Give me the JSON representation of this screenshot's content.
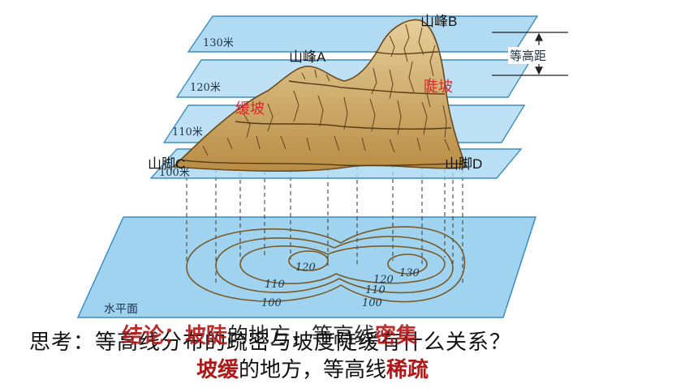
{
  "labels": {
    "peak_b": "山峰B",
    "peak_a": "山峰A",
    "steep_slope": "陡坡",
    "gentle_slope": "缓坡",
    "foot_c": "山脚C",
    "foot_d": "山脚D",
    "contour_interval": "等高距",
    "plane_130": "130米",
    "plane_120": "120米",
    "plane_110": "110米",
    "plane_100": "100米",
    "horizontal_plane": "水平面"
  },
  "contour_values": [
    "120",
    "130",
    "110",
    "120",
    "110",
    "100",
    "100"
  ],
  "question": "思考：等高线分布的疏密与坡度陡缓有什么关系？",
  "answer": {
    "line1_prefix": "结论：",
    "line1_key": "坡陡",
    "line1_mid": "的地方，等高线",
    "line1_result": "密集",
    "line2_key": "坡缓",
    "line2_mid": "的地方，等高线",
    "line2_result": "稀疏"
  },
  "colors": {
    "plane_fill": "#9fd3ef",
    "plane_edge": "#3d8dc4",
    "mountain": "#c7a15e",
    "mountain_dark": "#6b4a1f",
    "emphasis": "#b01818",
    "label_red": "#e4252c"
  }
}
